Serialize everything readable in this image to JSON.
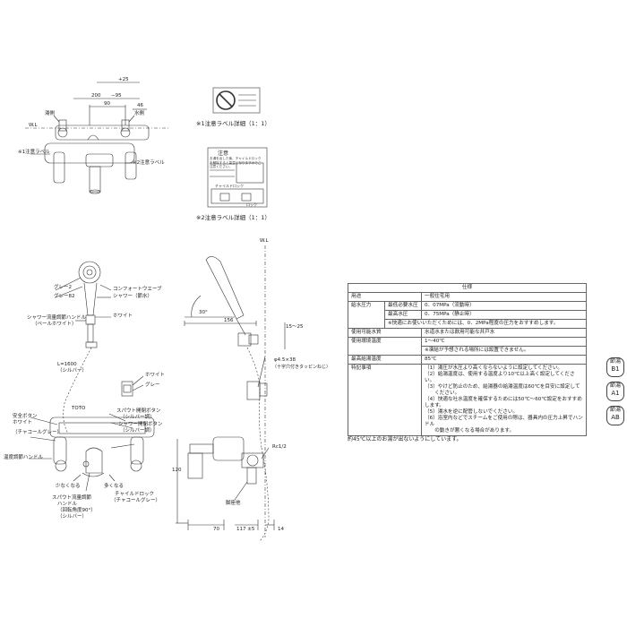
{
  "top_view": {
    "dim_top": "+25",
    "dim_200": "200",
    "dim_minus95": "−95",
    "dim_90": "90",
    "dim_46": "46",
    "wl": "W.L",
    "hot_water_label": "湯側",
    "cold_water_label": "水側",
    "label1_ref": "※1注意ラベル",
    "label2_ref": "※2注意ラベル"
  },
  "caution_label_1": {
    "caption": "※1注意ラベル詳細（1：1）"
  },
  "caution_label_2": {
    "caption": "※2注意ラベル詳細（1：1）",
    "title": "注意",
    "text": "お湯を出した後、チャイルドロックを解除すると高温になりますのでご注意ください。",
    "lock_text": "チャイルドロック",
    "lock_label": "ロック"
  },
  "shower_view": {
    "gray_label_a": "グレー2",
    "gray_label_b": "グレー82",
    "comfort_wave": "コンフォートウエーブ",
    "shower_dir": "シャワー（節水）",
    "white_label": "ホワイト",
    "handle_label": "シャワー流量調節ハンドル",
    "handle_sub": "（ペールホワイト）",
    "hose_label": "L=1600",
    "hose_sub": "（シルバー）",
    "holder_white": "ホワイト",
    "holder_gray": "グレー"
  },
  "front_view": {
    "brand": "TOTO",
    "safety_button": "安全ボタン",
    "white": "ホワイト",
    "charcoal": "（チャコールグレー）",
    "temp_handle": "温度調節ハンドル",
    "less": "少なくなる",
    "more": "多くなる",
    "spout_handle": "スパウト流量調節",
    "spout_handle2": "ハンドル",
    "spout_angle": "（回転角度90°）",
    "silver": "（シルバー）",
    "spout_button": "スパウト開閉ボタン",
    "spout_button_sub": "（シルバー調）",
    "shower_button": "シャワー開閉ボタン",
    "shower_button_sub": "（シルバー調）",
    "child_lock": "チャイルドロック",
    "child_lock_sub": "（チャコールグレー）"
  },
  "side_view": {
    "wl": "W.L",
    "angle": "30°",
    "dim_156": "156",
    "dim_15_25": "15〜25",
    "screw": "φ4.5×38",
    "screw_sub": "（十字穴付きタッピンねじ）",
    "dim_120": "120",
    "rc12": "Rc1/2",
    "base_label": "脚座他",
    "dim_70": "70",
    "dim_117": "117 ±5",
    "dim_14": "14"
  },
  "spec": {
    "title": "仕様",
    "rows": [
      {
        "k1": "用途",
        "k2": "",
        "v": "一般住宅用"
      },
      {
        "k1": "給水圧力",
        "k2": "最低必要水圧",
        "v": "0．07MPa（流動時）"
      },
      {
        "k1": "",
        "k2": "最高水圧",
        "v": "0．75MPa（静止時）"
      },
      {
        "k1": "",
        "k2": "",
        "v": "※快適にお使いいただくためには、0．2MPa程度の圧力をおすすめします。"
      },
      {
        "k1": "使用可能水質",
        "k2": "",
        "v": "水道水または飲用可能な井戸水"
      },
      {
        "k1": "使用環境温度",
        "k2": "",
        "v": "1〜40℃"
      },
      {
        "k1": "",
        "k2": "",
        "v": "※凍結が予想される場所には設置できません。"
      },
      {
        "k1": "最高給湯温度",
        "k2": "",
        "v": "85℃"
      }
    ],
    "notes_key": "特記事項",
    "notes": [
      "（1）湯圧が水圧より高くならないように設定してください。",
      "（2）給湯温度は、使用する温度より10℃以上高く設定してください。",
      "（3）やけど防止のため、給湯器の給湯温度は60℃を目安に設定して",
      "　　ください。",
      "（4）快適な吐水温度を確保するためには50℃〜60℃設定をおすすめします。",
      "（5）湯水を逆に配管しないでください。",
      "（6）浴室内などでスチームをご使用の際は、器具内の圧力上昇でハンドル",
      "　　の動きが悪くなる場合があります。"
    ],
    "footer": "約45℃以上のお湯が出ないようにしています。"
  },
  "badges": [
    {
      "line1": "節湯",
      "line2": "B1"
    },
    {
      "line1": "節湯",
      "line2": "A1"
    },
    {
      "line1": "節湯",
      "line2": "AB"
    }
  ]
}
